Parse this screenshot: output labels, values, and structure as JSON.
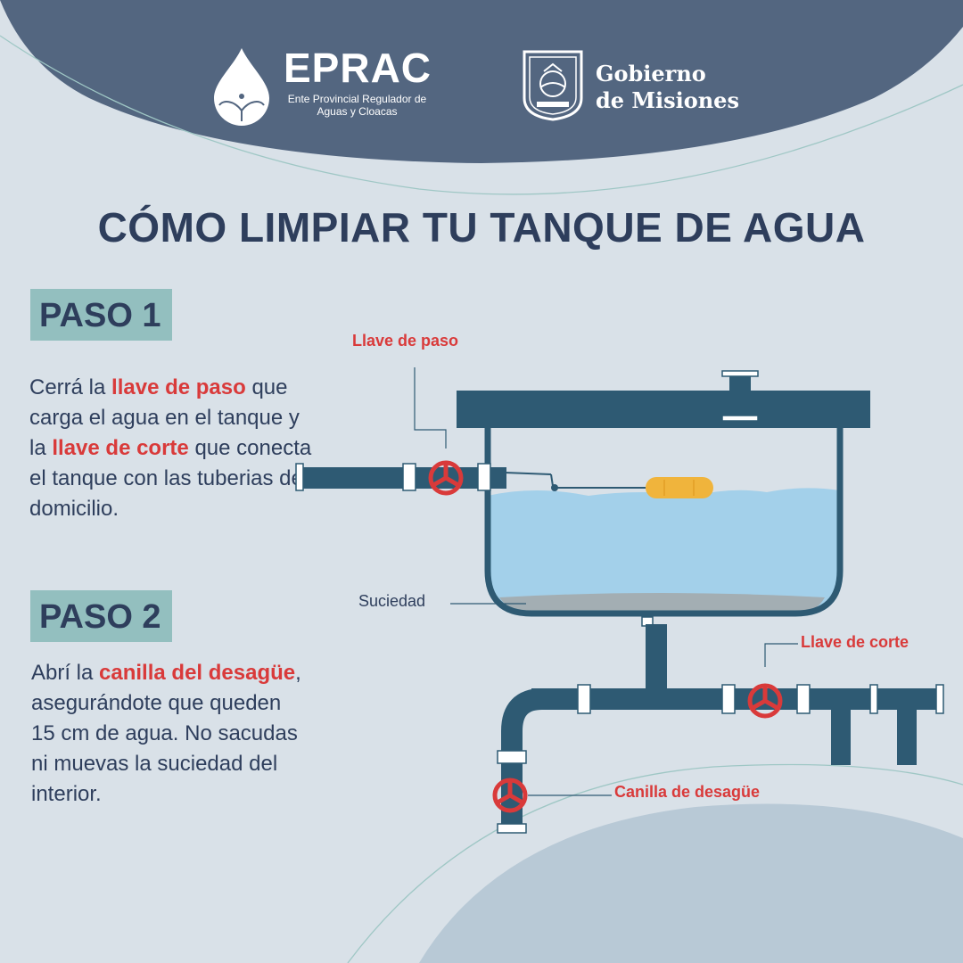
{
  "header": {
    "eprac_name": "EPRAC",
    "eprac_subtitle_1": "Ente Provincial Regulador de",
    "eprac_subtitle_2": "Aguas y Cloacas",
    "gov_line_1": "Gobierno",
    "gov_line_2": "de Misiones"
  },
  "title": "CÓMO LIMPIAR TU TANQUE DE AGUA",
  "steps": [
    {
      "label": "PASO 1",
      "p1": "Cerrá la ",
      "h1": "llave de paso",
      "p2": " que carga el agua en el tanque y la ",
      "h2": "llave de corte",
      "p3": " que conecta el tanque con las tuberias del domicilio."
    },
    {
      "label": "PASO 2",
      "p1": "Abrí la ",
      "h1": "canilla del desagüe",
      "p2": ", asegurándote que queden 15 cm de agua. No sacudas ni muevas la suciedad del interior."
    }
  ],
  "diagram": {
    "label_llave_paso": "Llave de paso",
    "label_suciedad": "Suciedad",
    "label_llave_corte": "Llave de corte",
    "label_canilla": "Canilla de desagüe"
  },
  "colors": {
    "header_bg": "#536680",
    "page_bg": "#d9e1e8",
    "pipe": "#2e5a73",
    "water": "#a3d0ea",
    "valve": "#d93a3a",
    "float": "#f0b43c",
    "dirt": "#a3aeb3",
    "title": "#2e3e5c",
    "badge": "#93bfbf"
  }
}
